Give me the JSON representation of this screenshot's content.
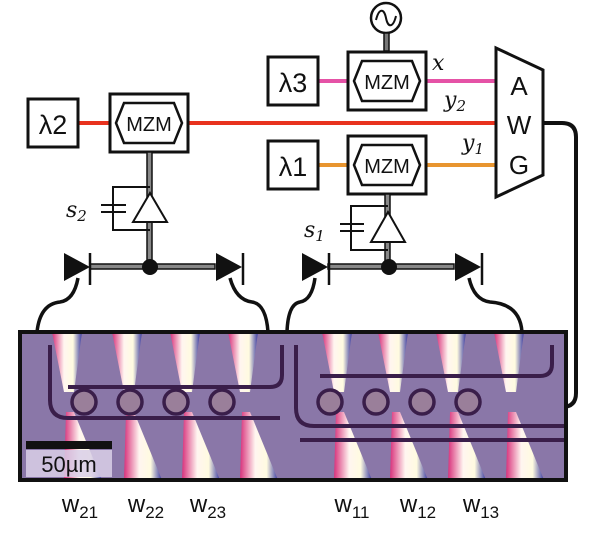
{
  "colors": {
    "lambda1_line": "#e8952f",
    "lambda2_line": "#e8321e",
    "lambda3_line": "#e552a6",
    "chip_bg": "#8a77a8"
  },
  "sources": {
    "lambda1": "λ1",
    "lambda2": "λ2",
    "lambda3": "λ3"
  },
  "modulators": {
    "mzm1": "MZM",
    "mzm2": "MZM",
    "mzm3": "MZM"
  },
  "awg": {
    "letters": [
      "A",
      "W",
      "G"
    ]
  },
  "signals": {
    "x": "x",
    "y1_base": "y",
    "y1_sub": "1",
    "y2_base": "y",
    "y2_sub": "2",
    "s1_base": "s",
    "s1_sub": "1",
    "s2_base": "s",
    "s2_sub": "2"
  },
  "scale_bar": "50µm",
  "weights": [
    {
      "base": "w",
      "sub": "21"
    },
    {
      "base": "w",
      "sub": "22"
    },
    {
      "base": "w",
      "sub": "23"
    },
    {
      "base": "w",
      "sub": "11"
    },
    {
      "base": "w",
      "sub": "12"
    },
    {
      "base": "w",
      "sub": "13"
    }
  ]
}
